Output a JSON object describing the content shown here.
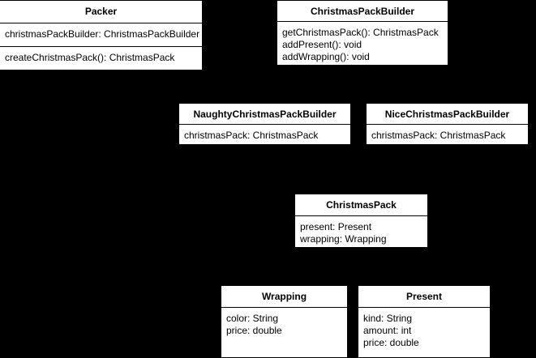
{
  "diagram": {
    "type": "uml-class-diagram",
    "background_color": "#000000",
    "box_fill_color": "#ffffff",
    "border_color": "#000000",
    "text_color": "#000000",
    "classes": [
      {
        "id": "packer",
        "name": "Packer",
        "attributes": [
          "christmasPackBuilder: ChristmasPackBuilder"
        ],
        "operations": [
          "createChristmasPack(): ChristmasPack"
        ]
      },
      {
        "id": "builder",
        "name": "ChristmasPackBuilder",
        "attributes": [],
        "operations": [
          "getChristmasPack(): ChristmasPack",
          "addPresent(): void",
          "addWrapping(): void"
        ]
      },
      {
        "id": "naughty",
        "name": "NaughtyChristmasPackBuilder",
        "attributes": [
          "christmasPack: ChristmasPack"
        ],
        "operations": []
      },
      {
        "id": "nice",
        "name": "NiceChristmasPackBuilder",
        "attributes": [
          "christmasPack: ChristmasPack"
        ],
        "operations": []
      },
      {
        "id": "pack",
        "name": "ChristmasPack",
        "attributes": [
          "present: Present",
          "wrapping: Wrapping"
        ],
        "operations": []
      },
      {
        "id": "wrapping",
        "name": "Wrapping",
        "attributes": [
          "color: String",
          "price: double"
        ],
        "operations": []
      },
      {
        "id": "present",
        "name": "Present",
        "attributes": [
          "kind: String",
          "amount: int",
          "price: double"
        ],
        "operations": []
      }
    ]
  }
}
